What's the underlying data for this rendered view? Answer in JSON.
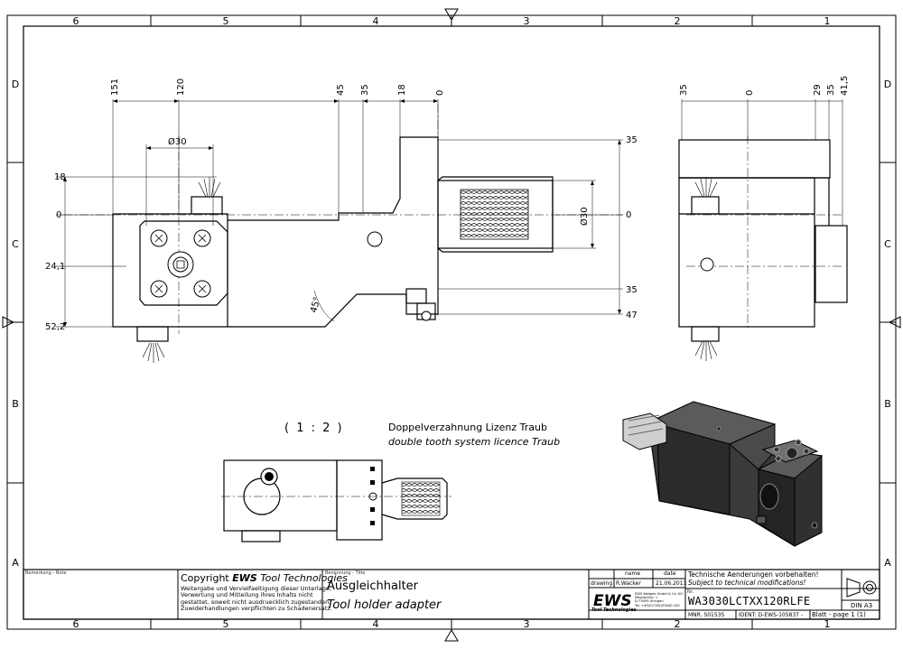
{
  "frame": {
    "columns": [
      "6",
      "5",
      "4",
      "3",
      "2",
      "1"
    ],
    "rows": [
      "D",
      "C",
      "B",
      "A"
    ]
  },
  "front_view": {
    "top_dims": [
      "151",
      "120",
      "45",
      "35",
      "18",
      "0"
    ],
    "left_dims": [
      "18",
      "0",
      "24,1",
      "52,2"
    ],
    "right_dims": [
      "35",
      "0",
      "35",
      "47"
    ],
    "bore_dia": "Ø30",
    "shank_dia": "Ø30",
    "chamfer": "45°"
  },
  "side_view": {
    "top_dims": [
      "35",
      "0",
      "29",
      "35",
      "41,5"
    ]
  },
  "scale_label": "( 1 : 2 )",
  "note_de": "Doppelverzahnung Lizenz Traub",
  "note_en": "double tooth system licence Traub",
  "title_block": {
    "remark_label": "Bemerkung - Note",
    "copyright_title_prefix": "Copyright ",
    "copyright_brand": "EWS",
    "copyright_title_suffix": " Tool Technologies",
    "copyright_lines": [
      "Weitergabe und Vervielfaeltigung dieser Unterlage,",
      "Verwertung und Mitteilung ihres Inhalts nicht",
      "gestattet, soweit nicht ausdruecklich zugestanden.",
      "Zuwiderhandlungen verpflichten zu Schadenersatz."
    ],
    "title_label": "Benennung - Title",
    "title_de": "Ausgleichhalter",
    "title_en": "Tool holder adapter",
    "col_name": "name",
    "col_date": "date",
    "row_drawing": "drawing",
    "drawer": "R.Wacker",
    "date": "21.06.2011",
    "logo_text": "EWS",
    "logo_sub": "Tool Technologies",
    "company_lines": [
      "EWS Weigele GmbH & Co. KG",
      "Maybachstr. 1",
      "D-73095 Uhingen",
      "Tel. +49(0)7161/93040-100"
    ],
    "change_note_de": "Technische Aenderungen vorbehalten!",
    "change_note_en": "Subject to technical modifications!",
    "nr_label": "Nr.",
    "part_number": "WA3030LCTXX120RLFE",
    "mnr": "MNR. S01535",
    "ident": "IDENT: D-EWS-105837 -",
    "sheet": "Blatt - page  1 (1)",
    "format": "DIN A3"
  }
}
